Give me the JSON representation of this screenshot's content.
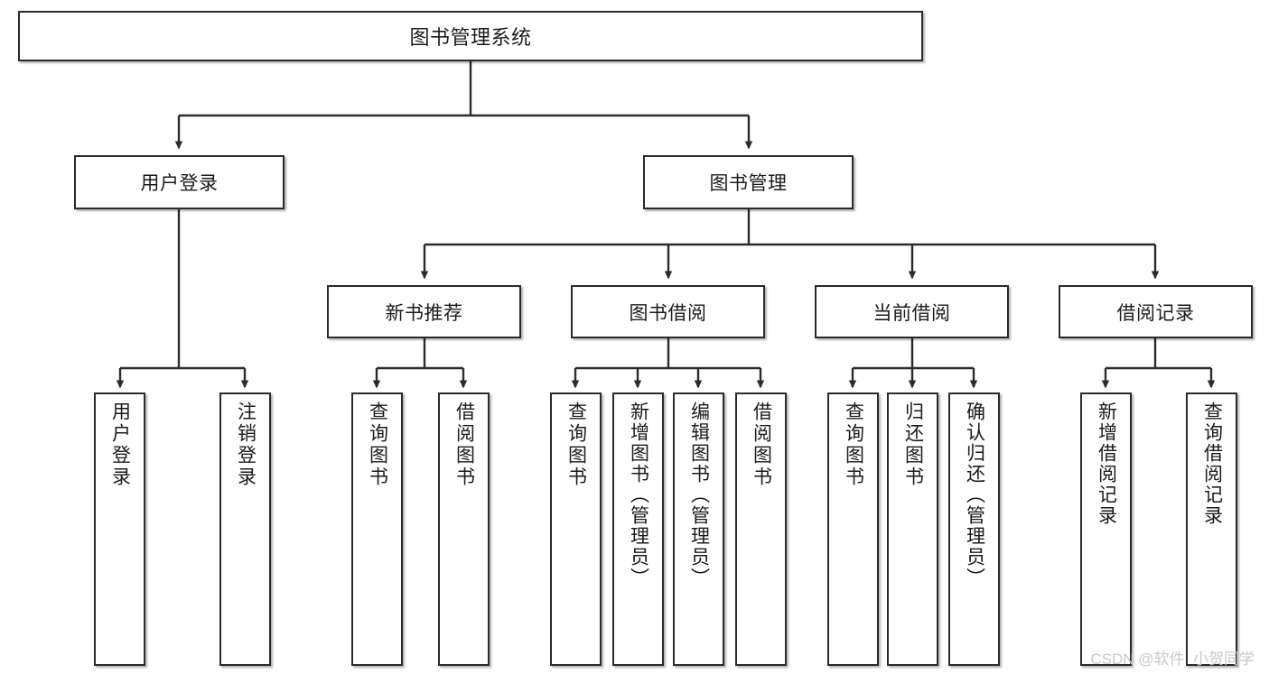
{
  "diagram": {
    "type": "tree-hierarchy",
    "title": "图书管理系统",
    "watermark": "CSDN @软件_小贺同学",
    "colors": {
      "box_border": "#2b2b2b",
      "box_fill": "#ffffff",
      "connector": "#2b2b2b",
      "text": "#1b1b1b",
      "watermark": "#c9c9c9",
      "background": "#ffffff"
    },
    "nodes": {
      "root": {
        "label": "图书管理系统"
      },
      "level1": [
        {
          "label": "用户登录"
        },
        {
          "label": "图书管理"
        }
      ],
      "level2": [
        {
          "label": "新书推荐"
        },
        {
          "label": "图书借阅"
        },
        {
          "label": "当前借阅"
        },
        {
          "label": "借阅记录"
        }
      ],
      "leaves": {
        "user_login": [
          {
            "label": "用户登录"
          },
          {
            "label": "注销登录"
          }
        ],
        "new_book_recommend": [
          {
            "label": "查询图书"
          },
          {
            "label": "借阅图书"
          }
        ],
        "book_borrow": [
          {
            "label": "查询图书"
          },
          {
            "label": "新增图书（管理员）"
          },
          {
            "label": "编辑图书（管理员）"
          },
          {
            "label": "借阅图书"
          }
        ],
        "current_borrow": [
          {
            "label": "查询图书"
          },
          {
            "label": "归还图书"
          },
          {
            "label": "确认归还（管理员）"
          }
        ],
        "borrow_record": [
          {
            "label": "新增借阅记录"
          },
          {
            "label": "查询借阅记录"
          }
        ]
      }
    }
  }
}
